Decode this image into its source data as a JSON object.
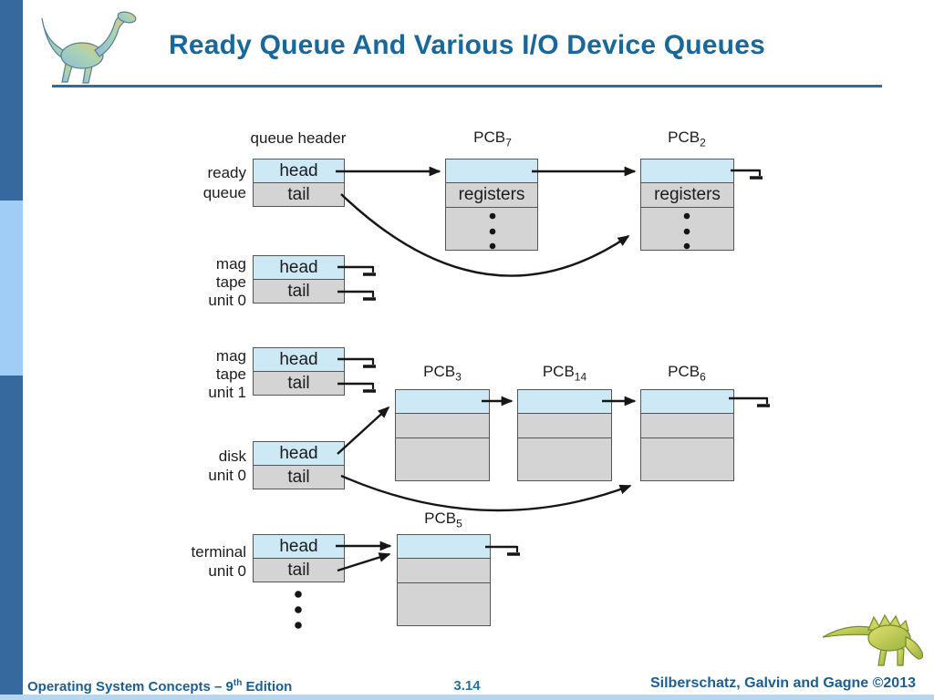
{
  "slide": {
    "title": "Ready Queue And Various I/O Device Queues",
    "footer": {
      "left_prefix": "Operating System Concepts – 9",
      "left_sup": "th",
      "left_suffix": " Edition",
      "page": "3.14",
      "right": "Silberschatz, Galvin and Gagne ©2013"
    },
    "colors": {
      "title_text": "#19689b",
      "sidebar_dark": "#36699e",
      "sidebar_light": "#9fcdf5",
      "footer_text": "#1b5f92",
      "box_blue": "#cde9f6",
      "box_gray": "#d4d4d4",
      "line_black": "#161616"
    },
    "icons": {
      "top_left": "dinosaur-logo",
      "bottom_right": "dinosaur-logo",
      "null_pointer": "ground-null-icon"
    }
  },
  "diagram": {
    "queue_header_label": "queue header",
    "cell": {
      "head": "head",
      "tail": "tail",
      "registers": "registers"
    },
    "queues": [
      {
        "name": "ready-queue",
        "label_lines": [
          "ready",
          "queue"
        ]
      },
      {
        "name": "mag-tape-unit-0",
        "label_lines": [
          "mag",
          "tape",
          "unit 0"
        ]
      },
      {
        "name": "mag-tape-unit-1",
        "label_lines": [
          "mag",
          "tape",
          "unit 1"
        ]
      },
      {
        "name": "disk-unit-0",
        "label_lines": [
          "disk",
          "unit 0"
        ]
      },
      {
        "name": "terminal-unit-0",
        "label_lines": [
          "terminal",
          "unit 0"
        ]
      }
    ],
    "pcbs": [
      {
        "name": "pcb7",
        "base": "PCB",
        "sub": "7"
      },
      {
        "name": "pcb2",
        "base": "PCB",
        "sub": "2"
      },
      {
        "name": "pcb3",
        "base": "PCB",
        "sub": "3"
      },
      {
        "name": "pcb14",
        "base": "PCB",
        "sub": "14"
      },
      {
        "name": "pcb6",
        "base": "PCB",
        "sub": "6"
      },
      {
        "name": "pcb5",
        "base": "PCB",
        "sub": "5"
      }
    ]
  }
}
